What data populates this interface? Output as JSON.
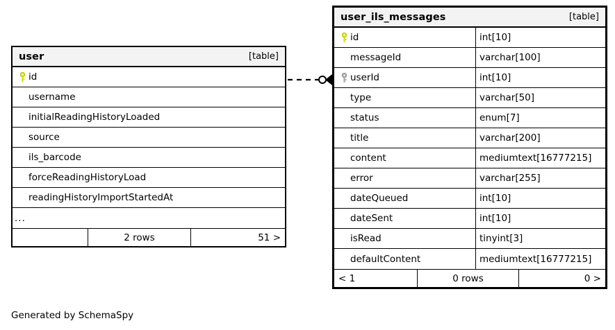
{
  "diagram": {
    "generator_caption": "Generated by SchemaSpy",
    "table_tag": "[table]",
    "colors": {
      "primary_key": "#d6e000",
      "foreign_key": "#a8a8a8",
      "border": "#000000",
      "header_background": "#f3f3f3",
      "page_background": "#ffffff"
    }
  },
  "tables": [
    {
      "id": "user",
      "name": "user",
      "tag": "[table]",
      "show_types": false,
      "columns": [
        {
          "name": "id",
          "type": "",
          "key": "primary"
        },
        {
          "name": "username",
          "type": "",
          "key": "none"
        },
        {
          "name": "initialReadingHistoryLoaded",
          "type": "",
          "key": "none"
        },
        {
          "name": "source",
          "type": "",
          "key": "none"
        },
        {
          "name": "ils_barcode",
          "type": "",
          "key": "none"
        },
        {
          "name": "forceReadingHistoryLoad",
          "type": "",
          "key": "none"
        },
        {
          "name": "readingHistoryImportStartedAt",
          "type": "",
          "key": "none"
        },
        {
          "name": "...",
          "type": "",
          "key": "ellipsis"
        }
      ],
      "footer": {
        "left": "",
        "middle": "2 rows",
        "right": "51 >"
      }
    },
    {
      "id": "user_ils_messages",
      "name": "user_ils_messages",
      "tag": "[table]",
      "show_types": true,
      "columns": [
        {
          "name": "id",
          "type": "int[10]",
          "key": "primary"
        },
        {
          "name": "messageId",
          "type": "varchar[100]",
          "key": "none"
        },
        {
          "name": "userId",
          "type": "int[10]",
          "key": "foreign"
        },
        {
          "name": "type",
          "type": "varchar[50]",
          "key": "none"
        },
        {
          "name": "status",
          "type": "enum[7]",
          "key": "none"
        },
        {
          "name": "title",
          "type": "varchar[200]",
          "key": "none"
        },
        {
          "name": "content",
          "type": "mediumtext[16777215]",
          "key": "none"
        },
        {
          "name": "error",
          "type": "varchar[255]",
          "key": "none"
        },
        {
          "name": "dateQueued",
          "type": "int[10]",
          "key": "none"
        },
        {
          "name": "dateSent",
          "type": "int[10]",
          "key": "none"
        },
        {
          "name": "isRead",
          "type": "tinyint[3]",
          "key": "none"
        },
        {
          "name": "defaultContent",
          "type": "mediumtext[16777215]",
          "key": "none"
        }
      ],
      "footer": {
        "left": "< 1",
        "middle": "0 rows",
        "right": "0 >"
      }
    }
  ],
  "relationship": {
    "from_table": "user",
    "from_column": "id",
    "to_table": "user_ils_messages",
    "to_column": "userId",
    "line_style": "dashed",
    "from_marker": "none",
    "to_marker": "zero-or-more"
  }
}
